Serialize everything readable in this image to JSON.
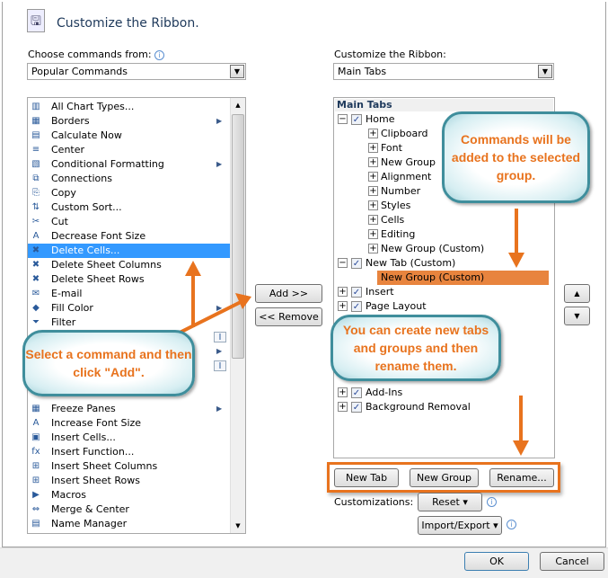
{
  "dialog": {
    "title": "Customize the Ribbon."
  },
  "left": {
    "label": "Choose commands from:",
    "selected": "Popular Commands",
    "items": [
      {
        "label": "All Chart Types...",
        "icon": "chart-icon"
      },
      {
        "label": "Borders",
        "icon": "borders-icon",
        "submenu": true
      },
      {
        "label": "Calculate Now",
        "icon": "calculator-icon"
      },
      {
        "label": "Center",
        "icon": "align-center-icon"
      },
      {
        "label": "Conditional Formatting",
        "icon": "conditional-formatting-icon",
        "submenu": true
      },
      {
        "label": "Connections",
        "icon": "connections-icon"
      },
      {
        "label": "Copy",
        "icon": "copy-icon"
      },
      {
        "label": "Custom Sort...",
        "icon": "sort-icon"
      },
      {
        "label": "Cut",
        "icon": "scissors-icon"
      },
      {
        "label": "Decrease Font Size",
        "icon": "decrease-font-icon"
      },
      {
        "label": "Delete Cells...",
        "icon": "delete-cells-icon",
        "selected": true
      },
      {
        "label": "Delete Sheet Columns",
        "icon": "delete-columns-icon"
      },
      {
        "label": "Delete Sheet Rows",
        "icon": "delete-rows-icon"
      },
      {
        "label": "E-mail",
        "icon": "email-icon"
      },
      {
        "label": "Fill Color",
        "icon": "fill-color-icon",
        "submenu": true
      },
      {
        "label": "Filter",
        "icon": "filter-icon"
      },
      {
        "label": "",
        "icon": "font-combo-icon"
      },
      {
        "label": "",
        "icon": "",
        "submenu": true
      },
      {
        "label": "",
        "icon": "font-combo-icon"
      },
      {
        "label": "",
        "icon": ""
      },
      {
        "label": "",
        "icon": ""
      },
      {
        "label": "Freeze Panes",
        "icon": "freeze-panes-icon",
        "submenu": true
      },
      {
        "label": "Increase Font Size",
        "icon": "increase-font-icon"
      },
      {
        "label": "Insert Cells...",
        "icon": "insert-cells-icon"
      },
      {
        "label": "Insert Function...",
        "icon": "function-icon"
      },
      {
        "label": "Insert Sheet Columns",
        "icon": "insert-columns-icon"
      },
      {
        "label": "Insert Sheet Rows",
        "icon": "insert-rows-icon"
      },
      {
        "label": "Macros",
        "icon": "macros-icon"
      },
      {
        "label": "Merge & Center",
        "icon": "merge-icon"
      },
      {
        "label": "Name Manager",
        "icon": "name-manager-icon"
      }
    ]
  },
  "middle": {
    "add": "Add >>",
    "remove": "<< Remove"
  },
  "right": {
    "label": "Customize the Ribbon:",
    "selected": "Main Tabs",
    "header": "Main Tabs",
    "tree": [
      {
        "label": "Home",
        "level": 0,
        "exp": "−",
        "check": true
      },
      {
        "label": "Clipboard",
        "level": 1,
        "exp": "+"
      },
      {
        "label": "Font",
        "level": 1,
        "exp": "+"
      },
      {
        "label": "New Group",
        "level": 1,
        "exp": "+"
      },
      {
        "label": "Alignment",
        "level": 1,
        "exp": "+"
      },
      {
        "label": "Number",
        "level": 1,
        "exp": "+"
      },
      {
        "label": "Styles",
        "level": 1,
        "exp": "+"
      },
      {
        "label": "Cells",
        "level": 1,
        "exp": "+"
      },
      {
        "label": "Editing",
        "level": 1,
        "exp": "+"
      },
      {
        "label": "New Group (Custom)",
        "level": 1,
        "exp": "+"
      },
      {
        "label": "New Tab (Custom)",
        "level": 0,
        "exp": "−",
        "check": true
      },
      {
        "label": "New Group (Custom)",
        "level": 1,
        "selected": true
      },
      {
        "label": "Insert",
        "level": 0,
        "exp": "+",
        "check": true
      },
      {
        "label": "Page Layout",
        "level": 0,
        "exp": "+",
        "check": true
      },
      {
        "label": "",
        "level": 0
      },
      {
        "label": "",
        "level": 0
      },
      {
        "label": "",
        "level": 0
      },
      {
        "label": "",
        "level": 0
      },
      {
        "label": "",
        "level": 0
      },
      {
        "label": "Add-Ins",
        "level": 0,
        "exp": "+",
        "check": true
      },
      {
        "label": "Background Removal",
        "level": 0,
        "exp": "+",
        "check": true
      }
    ],
    "new_tab": "New Tab",
    "new_group": "New Group",
    "rename": "Rename...",
    "customizations": "Customizations:",
    "reset": "Reset",
    "import_export": "Import/Export"
  },
  "footer": {
    "ok": "OK",
    "cancel": "Cancel"
  },
  "callouts": {
    "c1": "Commands will be added to the selected group.",
    "c2": "Select a command and then click \"Add\".",
    "c3": "You can create new tabs and groups and then rename them."
  },
  "colors": {
    "accent": "#e8731e",
    "selection": "#3399ff",
    "callout_border": "#3f8e9c"
  }
}
